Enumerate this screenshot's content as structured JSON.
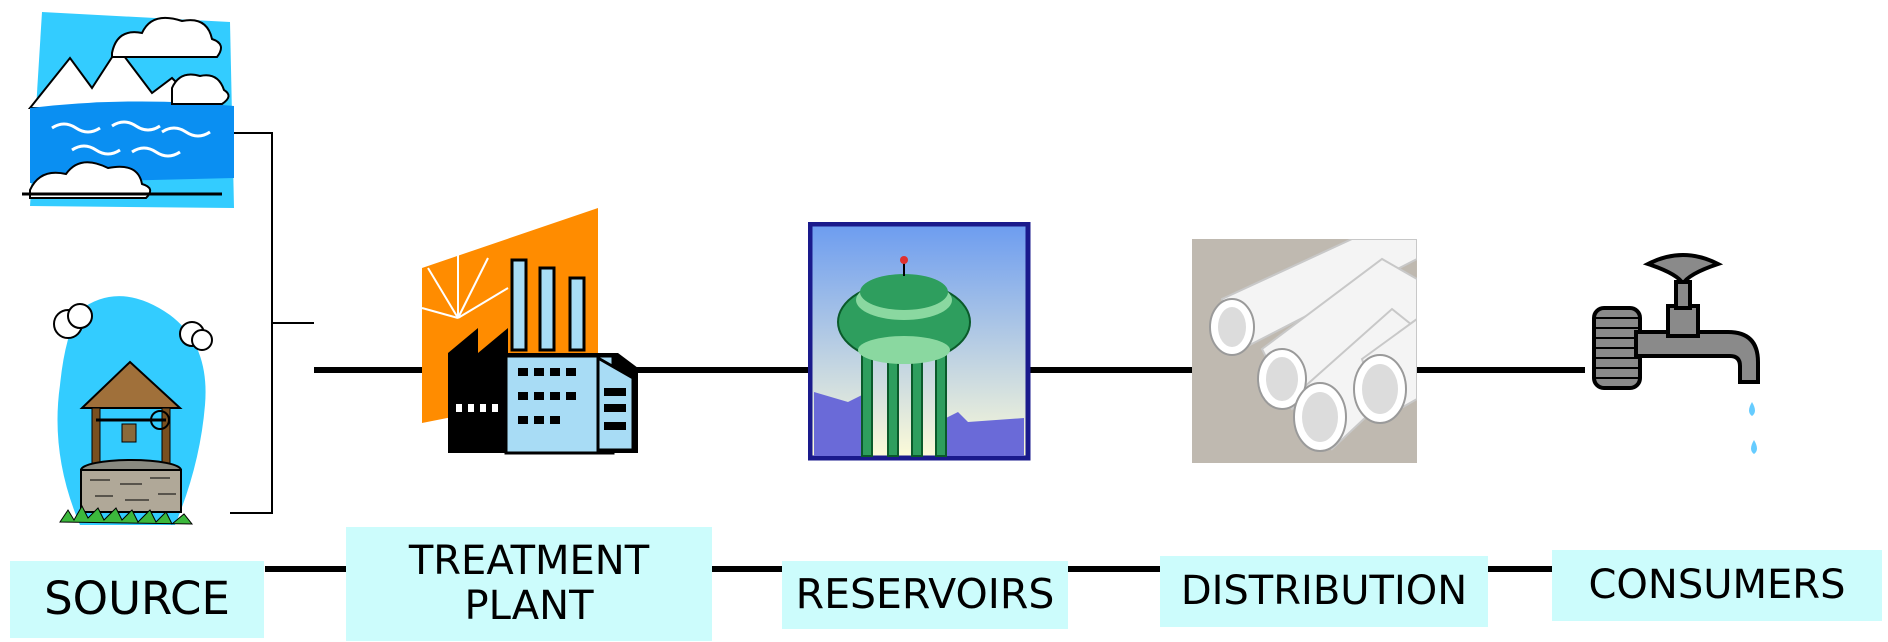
{
  "diagram": {
    "stages": [
      {
        "id": "source",
        "label": "SOURCE",
        "icons": [
          "lake-mountains-icon",
          "water-well-icon"
        ]
      },
      {
        "id": "treatment",
        "label_lines": [
          "TREATMENT",
          "PLANT"
        ],
        "icons": [
          "factory-icon"
        ]
      },
      {
        "id": "reservoirs",
        "label": "RESERVOIRS",
        "icons": [
          "water-tower-icon"
        ]
      },
      {
        "id": "distribution",
        "label": "DISTRIBUTION",
        "icons": [
          "pipes-icon"
        ]
      },
      {
        "id": "consumers",
        "label": "CONSUMERS",
        "icons": [
          "water-tap-icon"
        ]
      }
    ],
    "colors": {
      "label_fill": "#ccfcfc",
      "connector": "#000000",
      "sky": "#33ccff",
      "water": "#0a8ff2",
      "factory_body": "#a8dcf5",
      "factory_bg": "#ff8c00",
      "tower_green": "#2e9e5e",
      "reservoir_frame": "#1a1a8c"
    }
  }
}
